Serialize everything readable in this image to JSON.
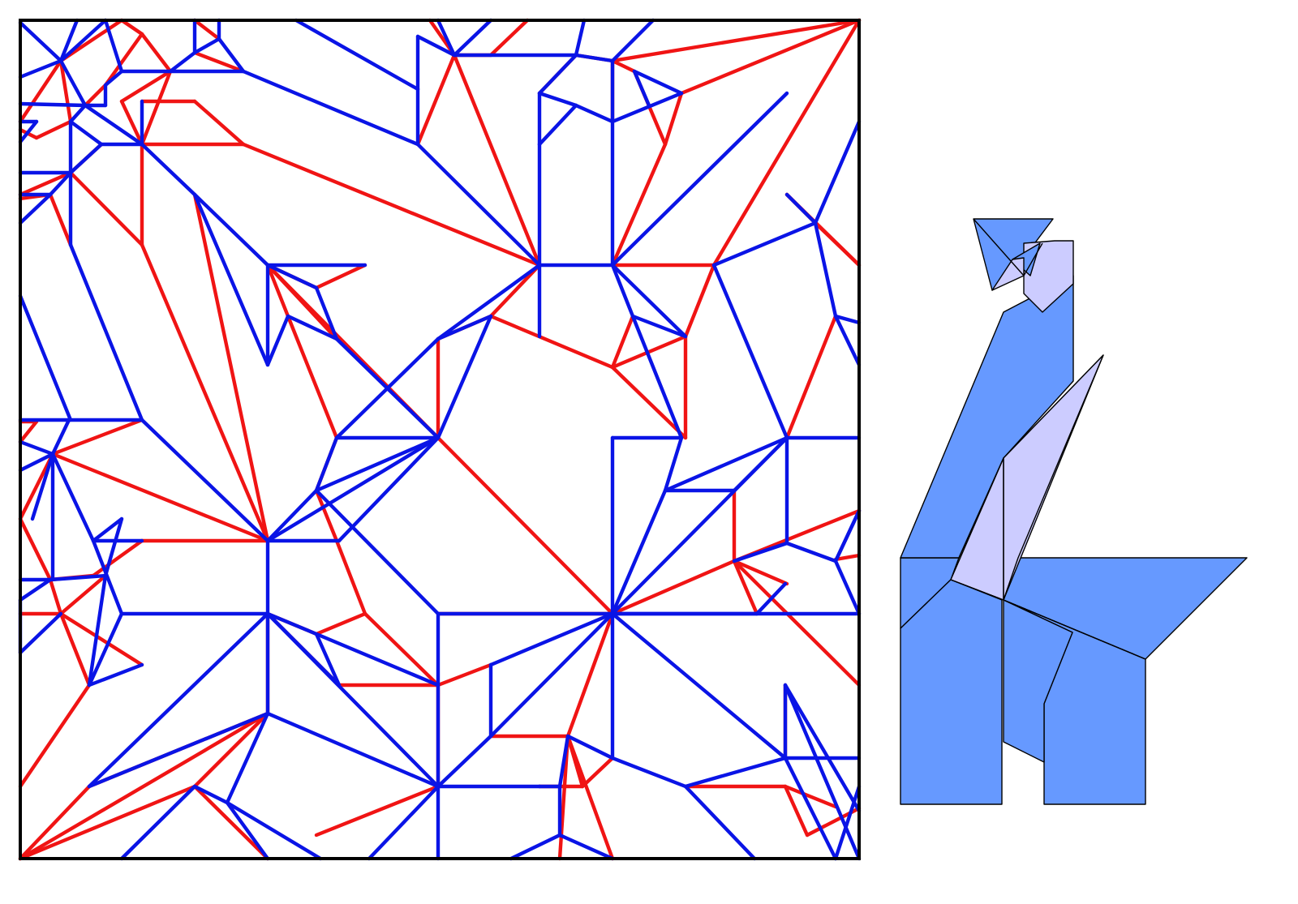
{
  "colors": {
    "mountain": "#0a14e6",
    "valley": "#f01414",
    "border": "#000000",
    "model_front": "#6699ff",
    "model_back": "#ccccff",
    "outline": "#000000"
  },
  "legend": {},
  "model": {
    "parts": [
      "head",
      "neck",
      "tail",
      "rump",
      "front-leg",
      "hind-leg"
    ]
  }
}
